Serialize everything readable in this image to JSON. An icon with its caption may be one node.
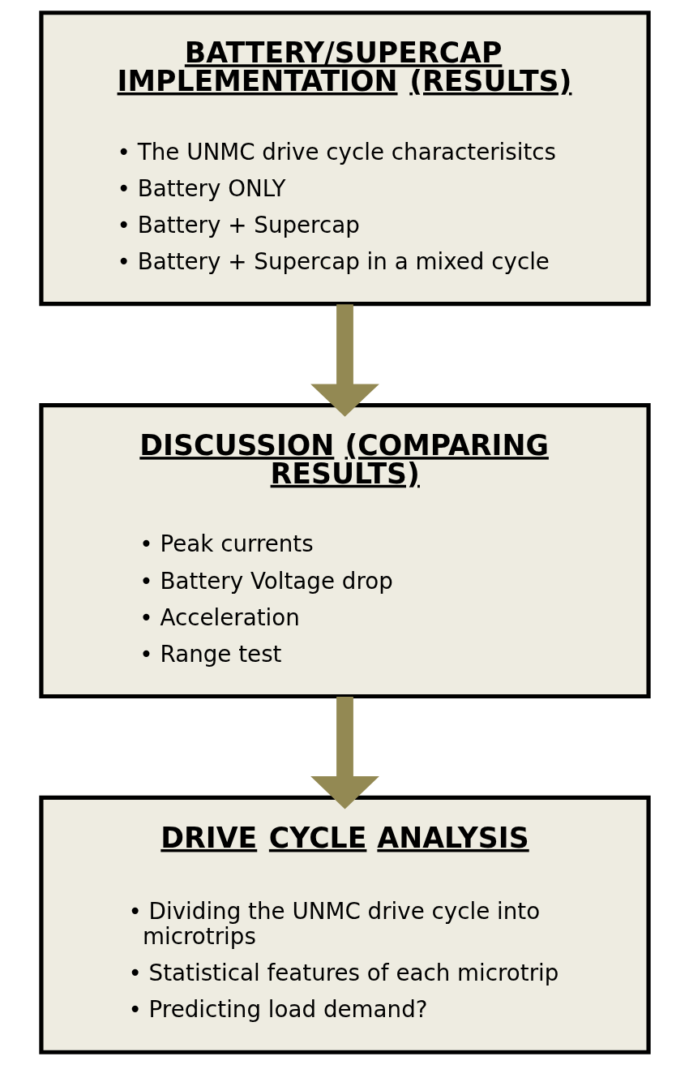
{
  "diagram": {
    "nodes": [
      {
        "text": [
          "BATTERY/SUPERCAP IMPLEMENTATION (RESULTS)",
          "• The UNMC drive cycle characterisitcs",
          "• Battery ONLY",
          "• Battery + Supercap",
          "• Battery + Supercap in a mixed cycle"
        ]
      },
      {
        "text": [
          "DISCUSSION (COMPARING RESULTS)",
          "• Peak currents",
          "• Battery Voltage drop",
          "• Acceleration",
          "• Range test"
        ]
      },
      {
        "text": [
          "DRIVE CYCLE ANALYSIS",
          "• Dividing the UNMC drive cycle into microtrips",
          "• Statistical features of each microtrip",
          "• Predicting load demand?"
        ]
      }
    ],
    "edges": [
      {
        "from": 0,
        "to": 1,
        "arrow": "to"
      },
      {
        "from": 1,
        "to": 2,
        "arrow": "to"
      }
    ]
  }
}
